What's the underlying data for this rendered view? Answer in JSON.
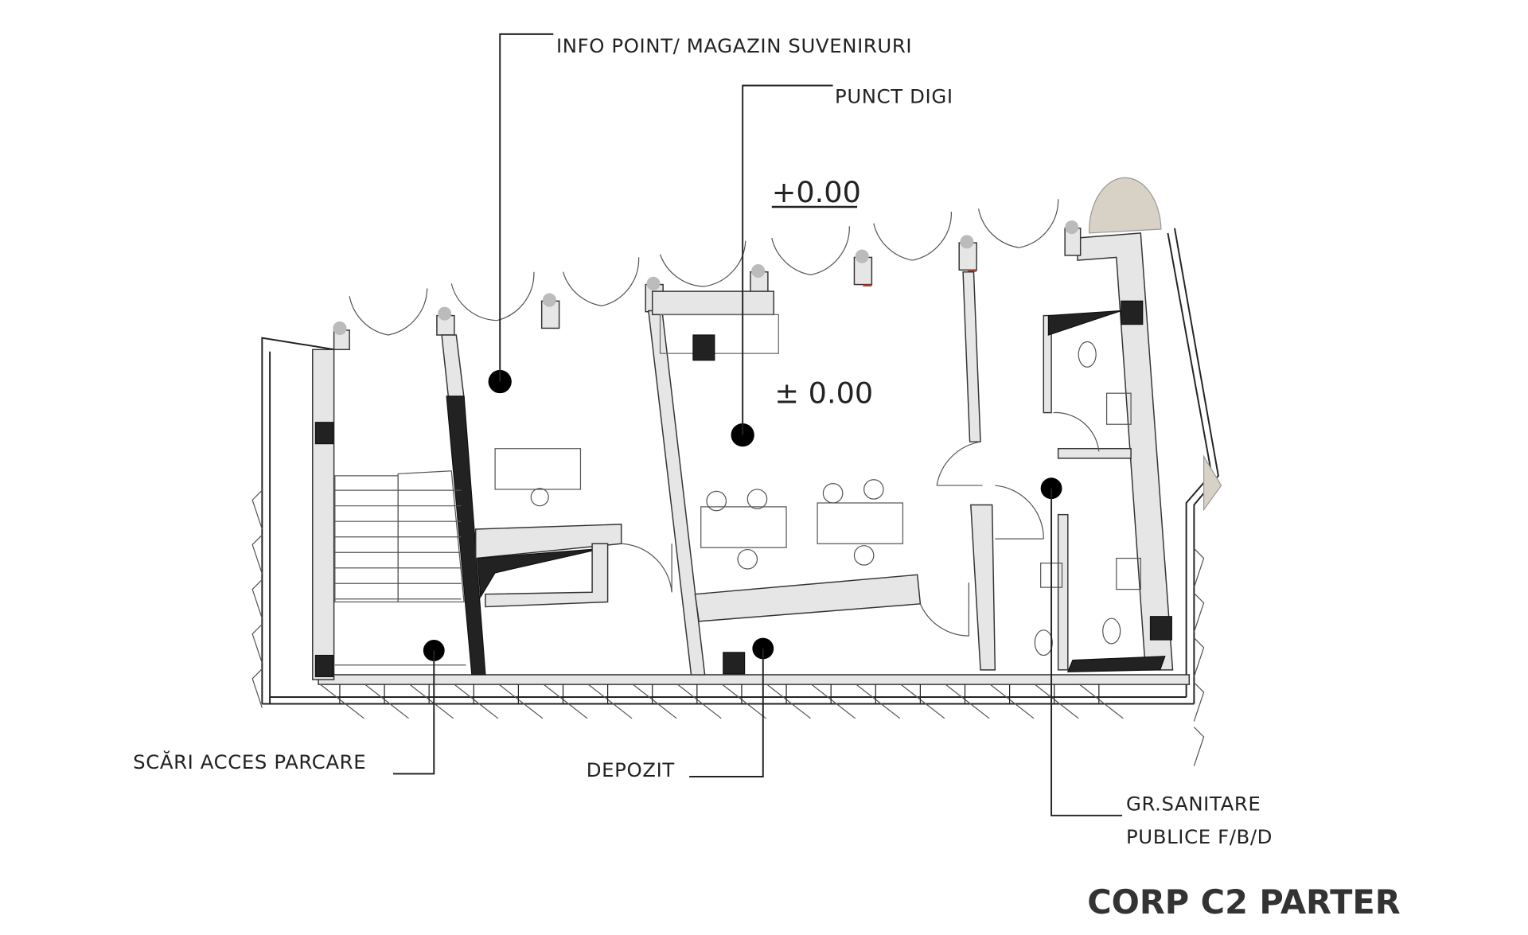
{
  "title": "CORP C2 PARTER",
  "levels": {
    "upper": "+0.00",
    "main": "± 0.00"
  },
  "rooms": [
    {
      "id": "info",
      "label": "INFO POINT/ MAGAZIN SUVENIRURI"
    },
    {
      "id": "digi",
      "label": "PUNCT DIGI"
    },
    {
      "id": "stairs",
      "label": "SCĂRI ACCES PARCARE"
    },
    {
      "id": "storage",
      "label": "DEPOZIT"
    },
    {
      "id": "wc",
      "label_line1": "GR.SANITARE",
      "label_line2": "PUBLICE F/B/D"
    }
  ],
  "colors": {
    "ink": "#222222",
    "wall_fill": "#e6e6e6",
    "accent_tree": "#d8d2c6",
    "door_red": "#c0392b"
  }
}
